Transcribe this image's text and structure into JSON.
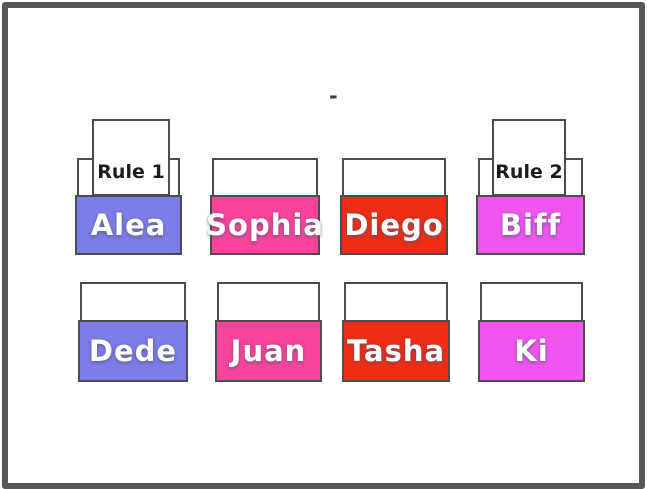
{
  "frame_color": "#57575a",
  "stray_mark": "-",
  "rule_cards": [
    {
      "label": "Rule 1"
    },
    {
      "label": "Rule 2"
    }
  ],
  "cups": {
    "top_row": [
      {
        "name": "Alea",
        "fill": "#7d7dea"
      },
      {
        "name": "Sophia",
        "fill": "#f8459c"
      },
      {
        "name": "Diego",
        "fill": "#ee2d16"
      },
      {
        "name": "Biff",
        "fill": "#f155f1"
      }
    ],
    "bottom_row": [
      {
        "name": "Dede",
        "fill": "#7d7dea"
      },
      {
        "name": "Juan",
        "fill": "#f8459c"
      },
      {
        "name": "Tasha",
        "fill": "#ee2d16"
      },
      {
        "name": "Ki",
        "fill": "#f155f1"
      }
    ]
  },
  "fill_legend": {
    "periwinkle": "#7d7dea",
    "pink": "#f8459c",
    "red": "#ee2d16",
    "magenta": "#f155f1"
  }
}
